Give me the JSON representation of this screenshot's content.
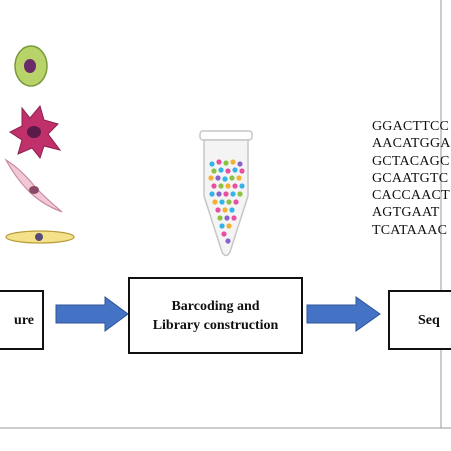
{
  "sequences": [
    "GGACTTCC",
    "AACATGGA",
    "GCTACAGC",
    "GCAATGTC",
    "CACCAACT",
    "AGTGAAT",
    "TCATAAAC"
  ],
  "steps": {
    "left_label": "ure",
    "middle_label_line1": "Barcoding and",
    "middle_label_line2": "Library construction",
    "right_label": "Seq"
  },
  "colors": {
    "arrow": "#4472c4",
    "frame": "#999999"
  },
  "cell_icons": [
    "green-oval-cell-icon",
    "magenta-star-cell-icon",
    "pink-spindle-cell-icon",
    "yellow-flat-cell-icon"
  ],
  "tube_icon": "microcentrifuge-tube-with-colored-beads"
}
